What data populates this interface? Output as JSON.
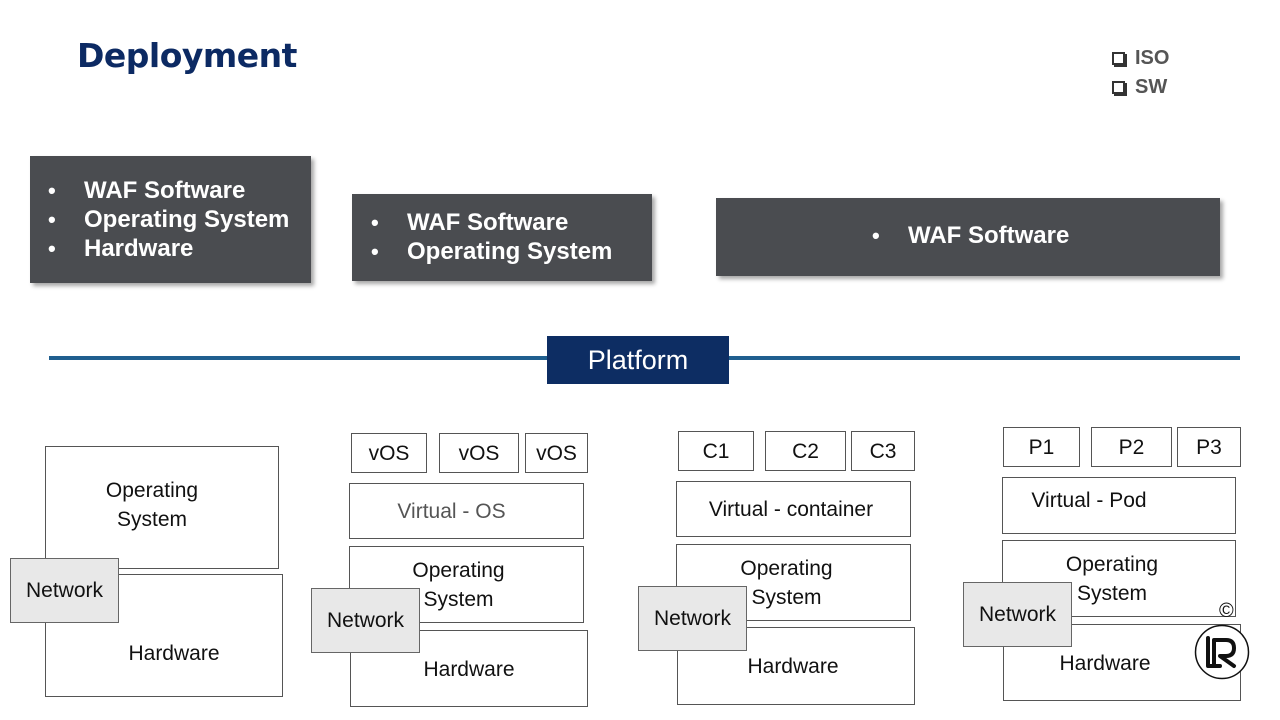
{
  "title": "Deployment",
  "legend": [
    "ISO",
    "SW"
  ],
  "deployment_boxes": [
    {
      "items": [
        "WAF Software",
        "Operating System",
        "Hardware"
      ]
    },
    {
      "items": [
        "WAF Software",
        "Operating System"
      ]
    },
    {
      "items": [
        "WAF Software"
      ]
    }
  ],
  "platform_label": "Platform",
  "stacks": {
    "s1": {
      "os": "Operating\nSystem",
      "network": "Network",
      "hardware": "Hardware"
    },
    "s2": {
      "top": [
        "vOS",
        "vOS",
        "vOS"
      ],
      "virtual": "Virtual - OS",
      "os": "Operating\nSystem",
      "network": "Network",
      "hardware": "Hardware"
    },
    "s3": {
      "top": [
        "C1",
        "C2",
        "C3"
      ],
      "virtual": "Virtual - container",
      "os": "Operating\nSystem",
      "network": "Network",
      "hardware": "Hardware"
    },
    "s4": {
      "top": [
        "P1",
        "P2",
        "P3"
      ],
      "virtual": "Virtual - Pod",
      "os": "Operating\nSystem",
      "network": "Network",
      "hardware": "Hardware"
    }
  },
  "copyright": "©",
  "colors": {
    "title": "#0c2a63",
    "platform": "#0d2d63",
    "line": "#1f5f8f",
    "dark_box": "#4a4c50"
  }
}
